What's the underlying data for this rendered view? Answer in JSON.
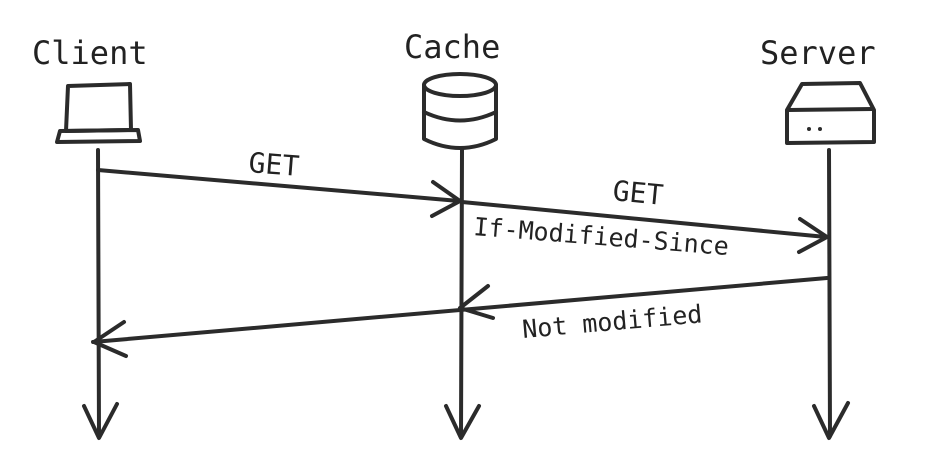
{
  "participants": [
    {
      "id": "client",
      "label": "Client",
      "icon": "laptop-icon"
    },
    {
      "id": "cache",
      "label": "Cache",
      "icon": "database-icon"
    },
    {
      "id": "server",
      "label": "Server",
      "icon": "server-icon"
    }
  ],
  "messages": [
    {
      "id": "get-1",
      "from": "client",
      "to": "cache",
      "label": "GET"
    },
    {
      "id": "get-2",
      "from": "cache",
      "to": "server",
      "label": "GET",
      "sublabel": "If-Modified-Since"
    },
    {
      "id": "not-modified",
      "from": "server",
      "to": "client",
      "label": "Not modified"
    }
  ],
  "style": {
    "ink": "#2b2b2b",
    "background": "#ffffff"
  }
}
